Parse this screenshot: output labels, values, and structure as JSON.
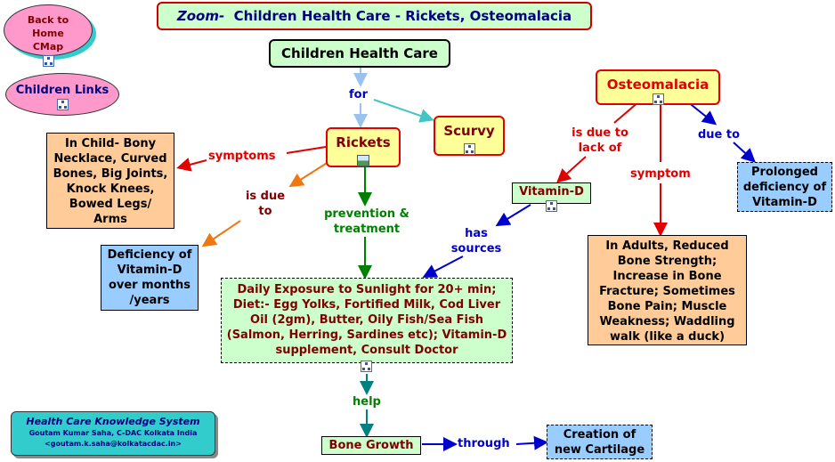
{
  "header": {
    "title_prefix": "Zoom-",
    "title_rest": "Children Health Care - Rickets, Osteomalacia"
  },
  "nav": {
    "back_home": "Back to Home CMap",
    "children_links": "Children Links"
  },
  "nodes": {
    "children_health_care": "Children Health Care",
    "rickets": "Rickets",
    "scurvy": "Scurvy",
    "osteomalacia": "Osteomalacia",
    "vitamin_d": "Vitamin-D",
    "rickets_symptoms": "In Child- Bony Necklace, Curved Bones, Big Joints, Knock Knees, Bowed Legs/ Arms",
    "rickets_cause": "Deficiency of Vitamin-D over months /years",
    "treatment": "Daily Exposure to Sunlight for 20+ min; Diet:- Egg Yolks, Fortified Milk, Cod Liver Oil (2gm), Butter, Oily Fish/Sea Fish (Salmon, Herring, Sardines etc); Vitamin-D  supplement, Consult Doctor",
    "osteomalacia_symptoms": "In Adults, Reduced Bone Strength; Increase in Bone Fracture; Sometimes Bone Pain; Muscle Weakness; Waddling walk (like a duck)",
    "prolonged": "Prolonged deficiency of Vitamin-D",
    "bone_growth": "Bone Growth",
    "cartilage": "Creation of new Cartilage"
  },
  "links": {
    "for": "for",
    "symptoms": "symptoms",
    "is_due_to": "is due to",
    "prevention": "prevention & treatment",
    "is_due_to_lack_of": "is due to lack of",
    "symptom": "symptom",
    "due_to": "due to",
    "has_sources": "has sources",
    "help": "help",
    "through": "through"
  },
  "footer": {
    "title": "Health Care Knowledge System",
    "author": "Goutam Kumar Saha, C-DAC Kolkata India",
    "email": "<goutam.k.saha@kolkatacdac.in>"
  },
  "colors": {
    "green_box": "#ccffcc",
    "orange_box": "#ffcc99",
    "blue_box": "#99ccff",
    "yellow_box": "#ffff99",
    "pink_oval": "#ff99cc",
    "teal_footer": "#33cccc",
    "link_red": "#e00000",
    "link_blue": "#0000cc",
    "link_green": "#008000",
    "link_orange": "#ee7711",
    "link_teal": "#008080",
    "link_maroon": "#800000"
  }
}
